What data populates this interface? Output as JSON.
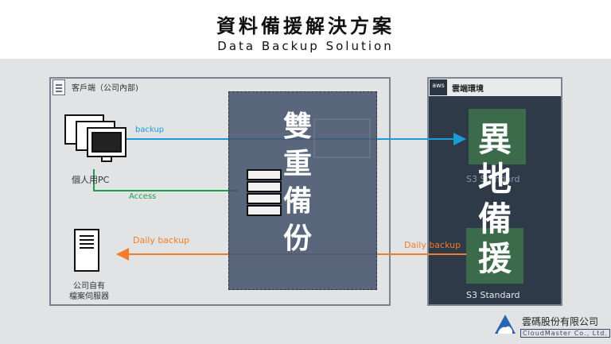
{
  "header": {
    "title": "資料備援解決方案",
    "subtitle": "Data Backup Solution"
  },
  "client": {
    "label": "客戶端（公司內部)",
    "pc_label": "個人用PC",
    "server_label_line1": "公司自有",
    "server_label_line2": "檔案伺服器"
  },
  "aws": {
    "logo": "aws",
    "label": "雲端環境",
    "s3_top": "S3 Standard",
    "s3_bottom": "S3 Standard"
  },
  "arrows": {
    "backup": "backup",
    "access": "Access",
    "daily_left": "Daily backup",
    "daily_right": "Daily backup"
  },
  "overlays": {
    "dual_backup": [
      "雙",
      "重",
      "備",
      "份"
    ],
    "remote_backup": [
      "異",
      "地",
      "備",
      "援"
    ]
  },
  "company": {
    "name": "雲碼股份有限公司",
    "name_en": "CloudMaster Co., Ltd."
  },
  "colors": {
    "backup": "#1b9bd7",
    "access": "#1f9d4c",
    "daily": "#ef7d2a",
    "aws_bg": "#2f3a48",
    "overlay": "#46546c",
    "bucket": "#3c6b4c"
  }
}
